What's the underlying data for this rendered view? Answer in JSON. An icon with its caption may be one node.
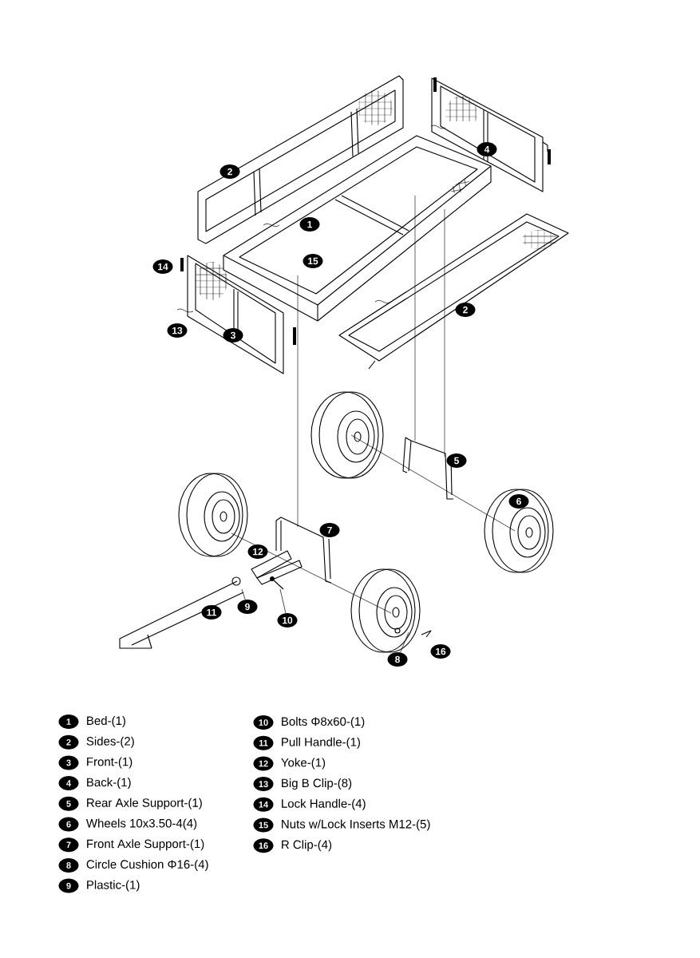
{
  "diagram": {
    "nodes": [
      {
        "text": [
          "1"
        ]
      },
      {
        "text": [
          "2"
        ]
      },
      {
        "text": [
          "2"
        ]
      },
      {
        "text": [
          "3"
        ]
      },
      {
        "text": [
          "4"
        ]
      },
      {
        "text": [
          "5"
        ]
      },
      {
        "text": [
          "6"
        ]
      },
      {
        "text": [
          "7"
        ]
      },
      {
        "text": [
          "8"
        ]
      },
      {
        "text": [
          "9"
        ]
      },
      {
        "text": [
          "10"
        ]
      },
      {
        "text": [
          "11"
        ]
      },
      {
        "text": [
          "12"
        ]
      },
      {
        "text": [
          "13"
        ]
      },
      {
        "text": [
          "14"
        ]
      },
      {
        "text": [
          "15"
        ]
      },
      {
        "text": [
          "16"
        ]
      },
      {
        "text": [
          "1"
        ],
        "beside": [
          "Bed-(1)"
        ]
      },
      {
        "text": [
          "2"
        ],
        "beside": [
          "Sides-(2)"
        ]
      },
      {
        "text": [
          "3"
        ],
        "beside": [
          "Front-(1)"
        ]
      },
      {
        "text": [
          "4"
        ],
        "beside": [
          "Back-(1)"
        ]
      },
      {
        "text": [
          "5"
        ],
        "beside": [
          "Rear Axle Support-(1)"
        ]
      },
      {
        "text": [
          "6"
        ],
        "beside": [
          "Wheels 10x3.50-4(4)"
        ]
      },
      {
        "text": [
          "7"
        ],
        "beside": [
          "Front Axle Support-(1)"
        ]
      },
      {
        "text": [
          "8"
        ],
        "beside": [
          "Circle Cushion Φ16-(4)"
        ]
      },
      {
        "text": [
          "9"
        ],
        "beside": [
          "Plastic-(1)"
        ]
      },
      {
        "text": [
          "10"
        ],
        "beside": [
          "Bolts Φ8x60-(1)"
        ]
      },
      {
        "text": [
          "11"
        ],
        "beside": [
          "Pull Handle-(1)"
        ]
      },
      {
        "text": [
          "12"
        ],
        "beside": [
          "Yoke-(1)"
        ]
      },
      {
        "text": [
          "13"
        ],
        "beside": [
          "Big B Clip-(8)"
        ]
      },
      {
        "text": [
          "14"
        ],
        "beside": [
          "Lock Handle-(4)"
        ]
      },
      {
        "text": [
          "15"
        ],
        "beside": [
          "Nuts w/Lock Inserts M12-(5)"
        ]
      },
      {
        "text": [
          "16"
        ],
        "beside": [
          "R Clip-(4)"
        ]
      }
    ],
    "edges": [
      {
        "from": 8,
        "to": null,
        "arrow": "none"
      },
      {
        "from": 9,
        "to": null,
        "arrow": "none"
      },
      {
        "from": 10,
        "to": null,
        "arrow": "none"
      }
    ]
  }
}
